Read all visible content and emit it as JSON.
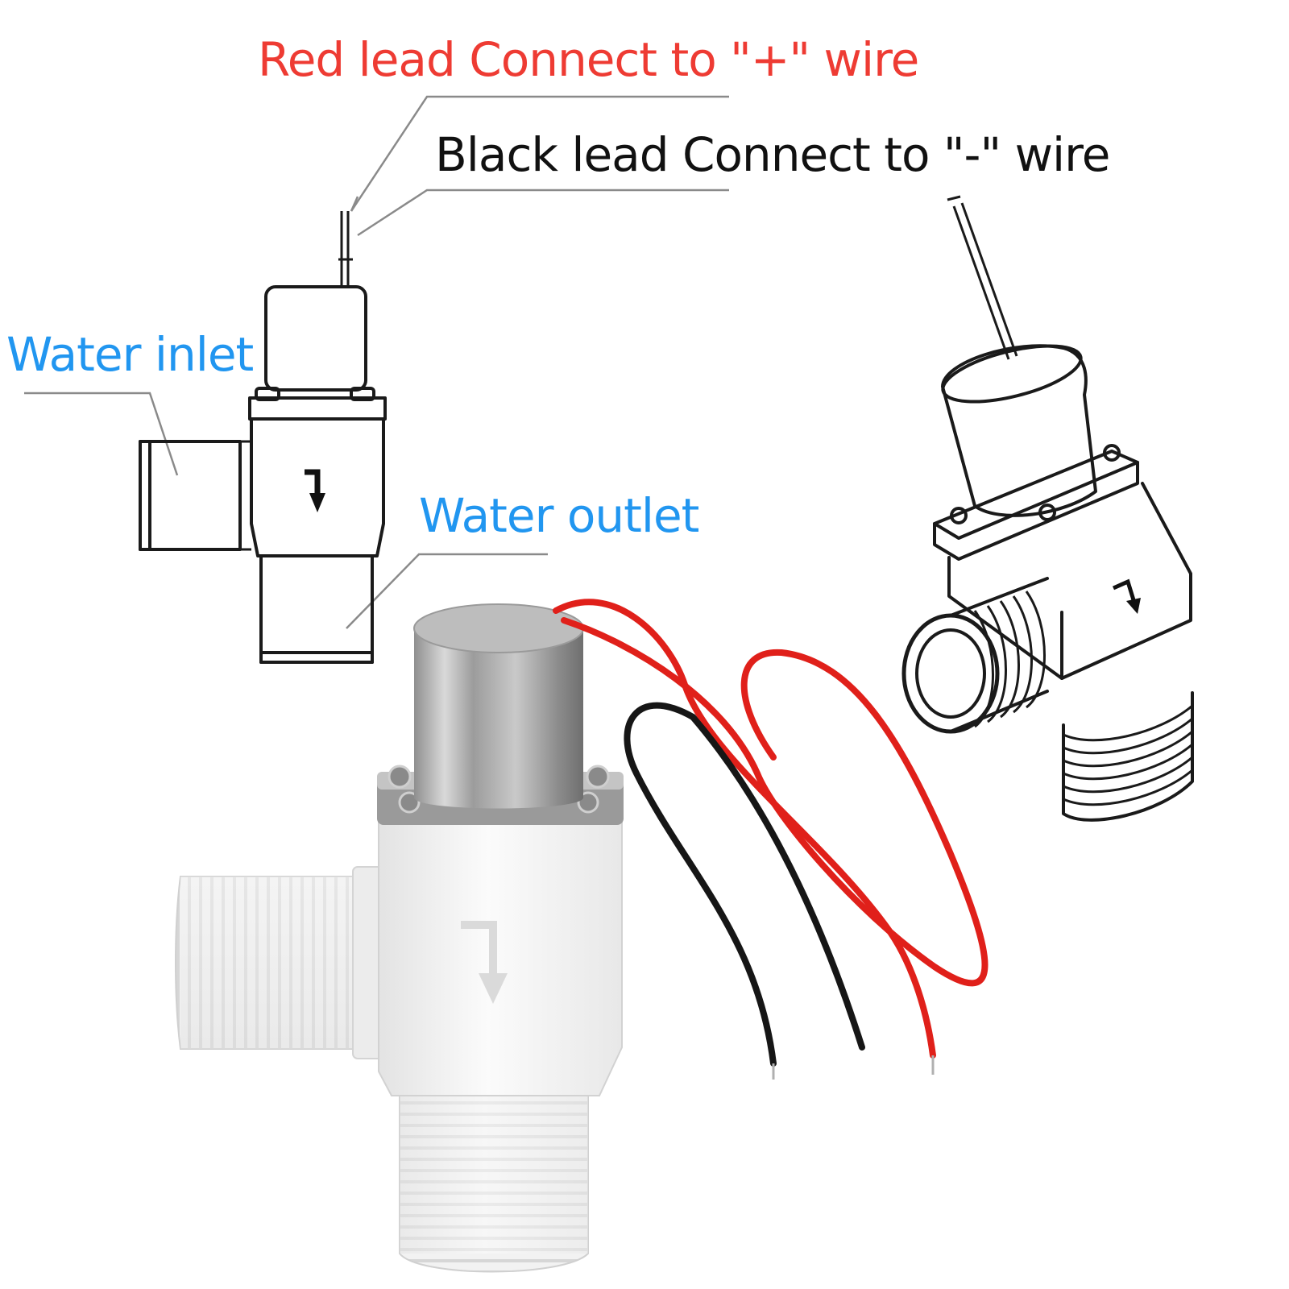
{
  "labels": {
    "red_lead": "Red lead  Connect to \"+\" wire",
    "black_lead": "Black lead   Connect to \"-\" wire",
    "water_inlet": "Water inlet",
    "water_outlet": "Water outlet"
  },
  "colors": {
    "red_label": "#ee3b33",
    "black_label": "#111111",
    "blue_label": "#2196f0",
    "red_wire": "#e0201a",
    "black_wire": "#161616",
    "valve_body": "#f4f4f4",
    "coil_metal": "#b8b8b8"
  },
  "icons": {
    "flow_arrow": "flow-direction-arrow-icon"
  }
}
